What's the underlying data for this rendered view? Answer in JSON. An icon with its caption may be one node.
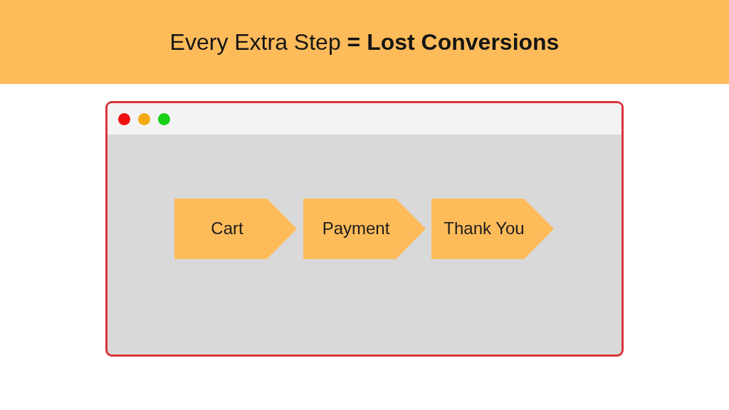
{
  "diagram": {
    "title": "Every Extra Step **= Lost Conversions**",
    "nodes": [
      {
        "text": [],
        "shape": "box"
      },
      {
        "text": [
          "Cart"
        ],
        "in": 0
      },
      {
        "text": [
          "Payment"
        ],
        "in": 0
      },
      {
        "text": [
          "Thank You"
        ],
        "in": 0
      }
    ]
  }
}
